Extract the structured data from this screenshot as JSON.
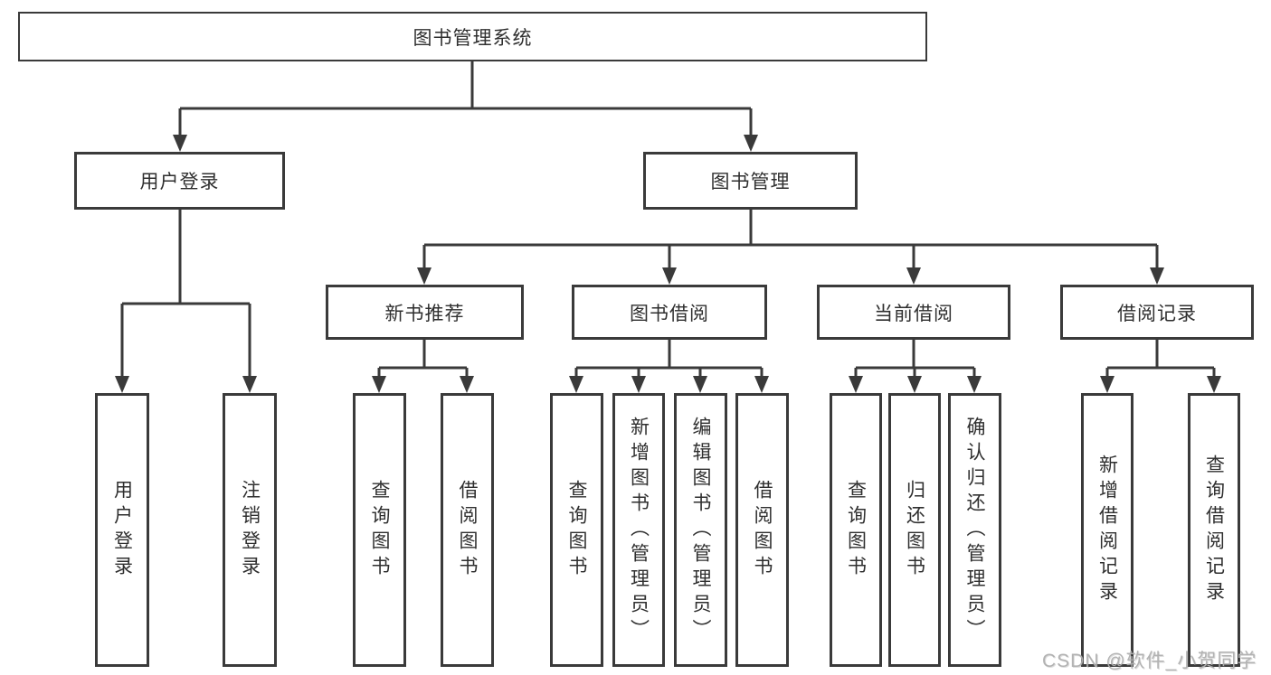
{
  "diagram": {
    "watermark": "CSDN @软件_小贺同学",
    "colors": {
      "line": "#3a3a3a",
      "text": "#2f2f2f",
      "background": "#ffffff",
      "watermark": "#afafaf"
    },
    "tree": {
      "label": "图书管理系统",
      "children": [
        {
          "label": "用户登录",
          "children": [
            {
              "label": "用户登录"
            },
            {
              "label": "注销登录"
            }
          ]
        },
        {
          "label": "图书管理",
          "children": [
            {
              "label": "新书推荐",
              "children": [
                {
                  "label": "查询图书"
                },
                {
                  "label": "借阅图书"
                }
              ]
            },
            {
              "label": "图书借阅",
              "children": [
                {
                  "label": "查询图书"
                },
                {
                  "label": "新增图书（管理员）"
                },
                {
                  "label": "编辑图书（管理员）"
                },
                {
                  "label": "借阅图书"
                }
              ]
            },
            {
              "label": "当前借阅",
              "children": [
                {
                  "label": "查询图书"
                },
                {
                  "label": "归还图书"
                },
                {
                  "label": "确认归还（管理员）"
                }
              ]
            },
            {
              "label": "借阅记录",
              "children": [
                {
                  "label": "新增借阅记录"
                },
                {
                  "label": "查询借阅记录"
                }
              ]
            }
          ]
        }
      ]
    }
  }
}
